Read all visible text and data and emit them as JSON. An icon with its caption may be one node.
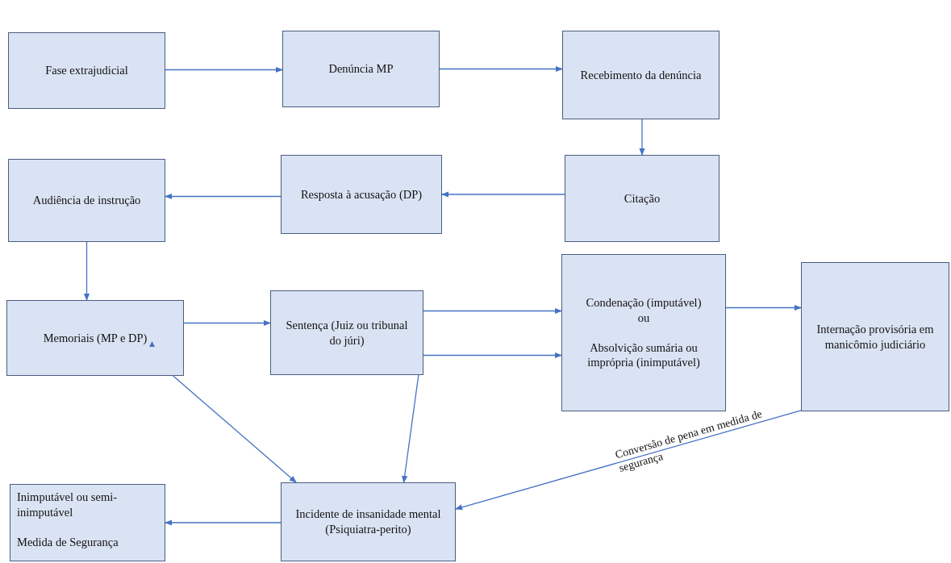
{
  "diagram": {
    "nodes": [
      {
        "text": [
          "Fase extrajudicial"
        ]
      },
      {
        "text": [
          "Denúncia MP"
        ]
      },
      {
        "text": [
          "Recebimento da denúncia"
        ]
      },
      {
        "text": [
          "Citação"
        ]
      },
      {
        "text": [
          "Resposta à acusação (DP)"
        ]
      },
      {
        "text": [
          "Audiência de instrução"
        ]
      },
      {
        "text": [
          "Memoriais (MP e DP)"
        ]
      },
      {
        "text": [
          "Sentença (Juiz ou tribunal do júri)"
        ]
      },
      {
        "text": [
          "Condenação (imputável)",
          "ou",
          "Absolvição sumária ou imprópria (inimputável)"
        ]
      },
      {
        "text": [
          "Internação provisória em manicômio judiciário"
        ]
      },
      {
        "text": [
          "Incidente de insanidade mental (Psiquiatra-perito)"
        ]
      },
      {
        "text": [
          "Inimputável ou semi-inimputável",
          "Medida de Segurança"
        ]
      }
    ],
    "edges": [
      {
        "from": 0,
        "to": 1,
        "arrow": "to"
      },
      {
        "from": 1,
        "to": 2,
        "arrow": "to"
      },
      {
        "from": 2,
        "to": 3,
        "arrow": "to"
      },
      {
        "from": 3,
        "to": 4,
        "arrow": "to"
      },
      {
        "from": 4,
        "to": 5,
        "arrow": "to"
      },
      {
        "from": 5,
        "to": 6,
        "arrow": "to"
      },
      {
        "from": 6,
        "to": 7,
        "arrow": "to"
      },
      {
        "from": 7,
        "to": 8,
        "arrow": "to"
      },
      {
        "from": 7,
        "to": 8,
        "arrow": "to"
      },
      {
        "from": 8,
        "to": 9,
        "arrow": "to"
      },
      {
        "from": 6,
        "to": 10,
        "arrow": "to"
      },
      {
        "from": 7,
        "to": 10,
        "arrow": "to"
      },
      {
        "from": 9,
        "to": 10,
        "arrow": "to",
        "label": "Conversão de pena em medida de segurança"
      },
      {
        "from": 10,
        "to": 11,
        "arrow": "to"
      }
    ]
  }
}
